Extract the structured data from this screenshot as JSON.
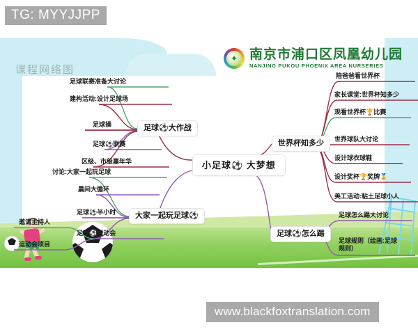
{
  "watermarks": {
    "telegram": "TG: MYYJJPP",
    "site": "www.blackfoxtranslation.com"
  },
  "poster": {
    "title": "课程网络图",
    "brand": {
      "name_cn": "南京市浦口区凤凰幼儿园",
      "name_en": "NANJING PUKOU PHOENIX AREA NURSERIES",
      "logo_icon": "phoenix-logo-icon"
    }
  },
  "mindmap": {
    "center": {
      "label": "小足球⚽ 大梦想"
    },
    "branches": [
      {
        "id": "branch-football-battle",
        "label": "足球⚽大作战",
        "line_color": "#9b2f46",
        "items": [
          {
            "label": "足球联赛准备大讨论",
            "line_color": "#4aa96c"
          },
          {
            "label": "建构活动:设计足球场",
            "line_color": "#9b2f46"
          },
          {
            "label": "足球操",
            "line_color": "#9b2f46"
          },
          {
            "label": "足球⚽联赛",
            "line_color": "#8e5ab5"
          },
          {
            "label": "区级、市级嘉年华",
            "line_color": "#9b2f46"
          }
        ]
      },
      {
        "id": "branch-play-together",
        "label": "大家一起玩足球⚽",
        "line_color": "#8e5ab5",
        "items": [
          {
            "label": "讨论:大家一起玩足球",
            "line_color": "#4aa96c"
          },
          {
            "label": "晨间大循环",
            "line_color": "#8e5ab5"
          },
          {
            "label": "足球⚽半小时",
            "line_color": "#8e5ab5"
          },
          {
            "label": "足球⚽运动会",
            "line_color": "#8e5ab5",
            "subitems": [
              {
                "label": "邀请主持人",
                "line_color": "#4aa96c"
              },
              {
                "label": "运动会项目",
                "line_color": "#8e5ab5"
              }
            ]
          }
        ]
      },
      {
        "id": "branch-world-cup",
        "label": "世界杯知多少",
        "line_color": "#9b2f46",
        "items": [
          {
            "label": "陪爸爸看世界杯",
            "line_color": "#9b2f46"
          },
          {
            "label": "家长课堂:世界杯知多少",
            "line_color": "#9b2f46"
          },
          {
            "label": "观看世界杯🏆比赛",
            "line_color": "#4aa96c"
          },
          {
            "label": "世界球队大讨论",
            "line_color": "#9b2f46"
          },
          {
            "label": "设计球衣球鞋",
            "line_color": "#9b2f46"
          },
          {
            "label": "设计奖杯🏆奖牌🏅",
            "line_color": "#9b2f46"
          },
          {
            "label": "美工活动:粘土足球小人",
            "line_color": "#9b2f46"
          }
        ]
      },
      {
        "id": "branch-how-to-play",
        "label": "足球⚽怎么踢",
        "line_color": "#8e5ab5",
        "items": [
          {
            "label": "足球怎么踢大讨论",
            "line_color": "#8e5ab5"
          },
          {
            "label": "足球规则（绘画:足球规则）",
            "line_color": "#8e5ab5"
          }
        ]
      }
    ]
  },
  "decor": {
    "grass": "#8fd05e",
    "sky": "#cdeef5",
    "goal_net": "goal-net-icon",
    "soccer_ball": "soccer-ball-icon",
    "player": "child-player-icon"
  }
}
